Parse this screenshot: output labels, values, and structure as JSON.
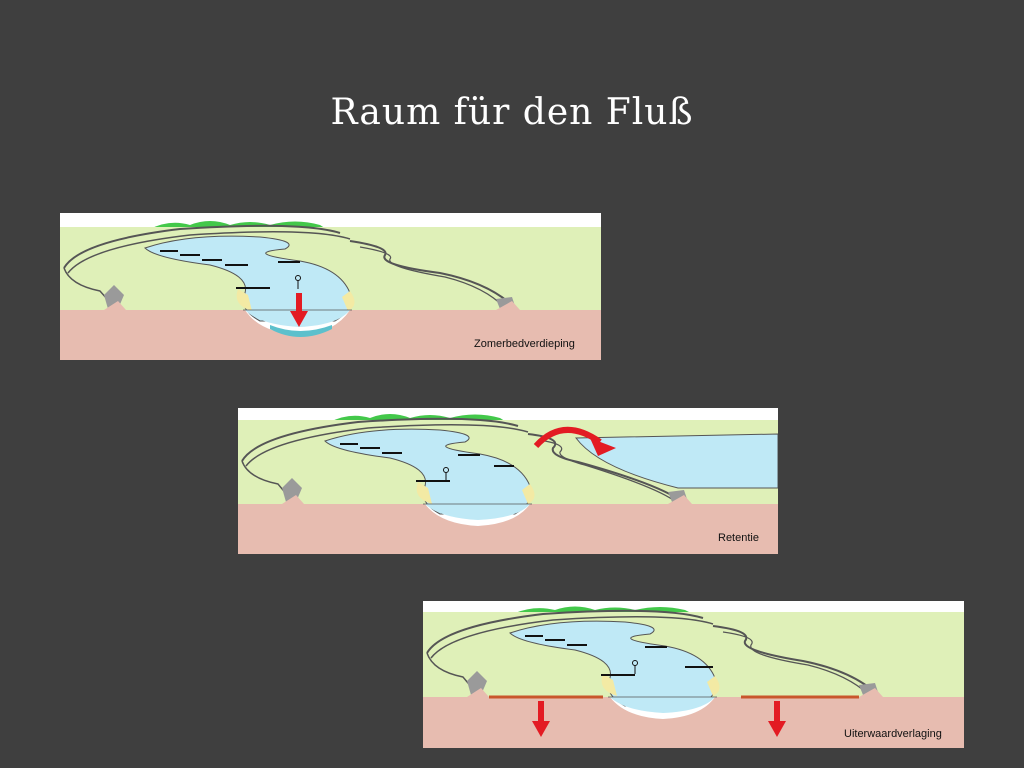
{
  "slide": {
    "title": "Raum für den Fluß"
  },
  "panels": [
    {
      "label": "Zomerbedverdieping"
    },
    {
      "label": "Retentie"
    },
    {
      "label": "Uiterwaardverlaging"
    }
  ],
  "colors": {
    "background": "#3f3f3f",
    "grass": "#dff0b8",
    "soil": "#e7bcb0",
    "water": "#bfe9f6",
    "deep_water": "#5cc0cc",
    "sand": "#f3eaa4",
    "dike_gray": "#9a9a9a",
    "arrow_red": "#e31b23",
    "trees": "#43c84a",
    "lowered_floodplain": "#c9562c"
  }
}
